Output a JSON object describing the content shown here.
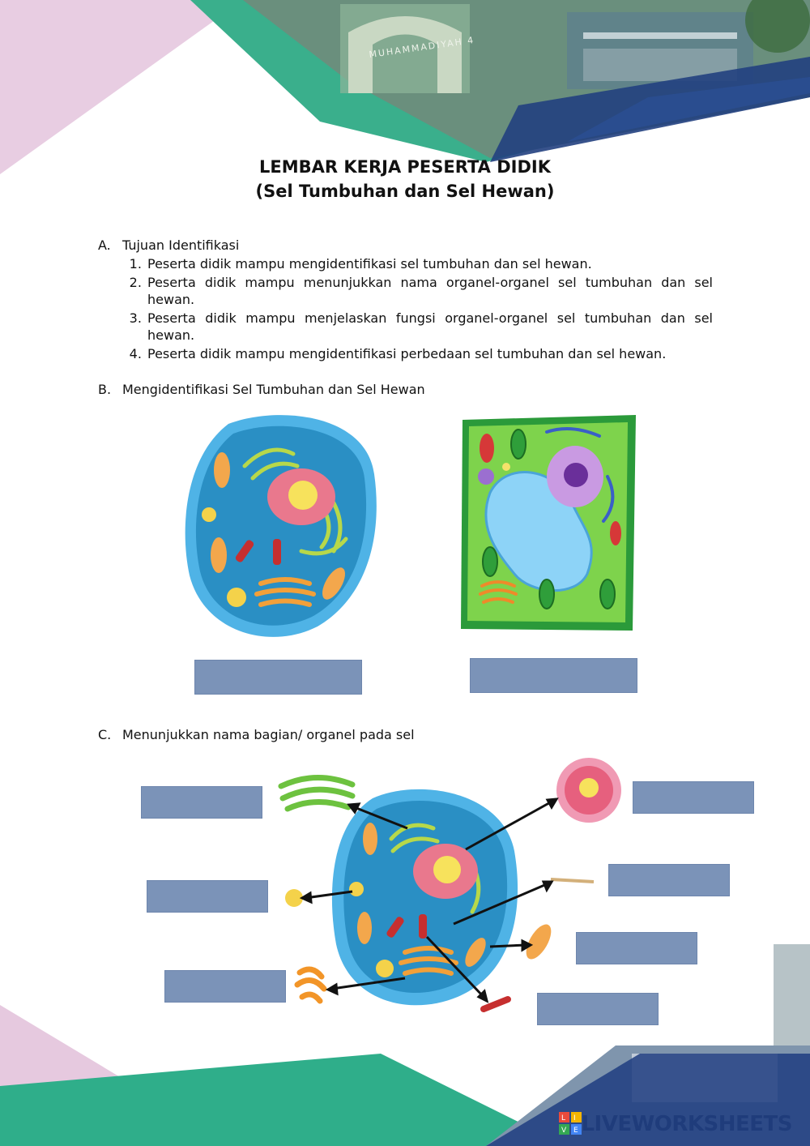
{
  "header": {
    "title_line1": "LEMBAR KERJA PESERTA DIDIK",
    "title_line2": "(Sel Tumbuhan dan Sel Hewan)"
  },
  "section_a": {
    "letter": "A.",
    "heading": "Tujuan Identifikasi",
    "items": [
      "Peserta didik mampu mengidentifikasi sel tumbuhan dan sel hewan.",
      "Peserta didik mampu menunjukkan nama organel-organel sel tumbuhan dan sel hewan.",
      "Peserta didik mampu menjelaskan fungsi organel-organel sel tumbuhan dan sel hewan.",
      "Peserta didik mampu mengidentifikasi perbedaan sel tumbuhan dan sel hewan."
    ]
  },
  "section_b": {
    "letter": "B.",
    "heading": "Mengidentifikasi Sel Tumbuhan dan Sel Hewan"
  },
  "section_c": {
    "letter": "C.",
    "heading": "Menunjukkan nama bagian/ organel pada sel"
  },
  "school_sign": "MUHAMMADIYAH 4",
  "watermark": "LIVEWORKSHEETS",
  "watermark_logo_letters": "LIVE",
  "colors": {
    "answer_box": "#7b93b8",
    "teal": "#2fae8a",
    "navy": "#1d3a7a",
    "pink": "#e6c9df"
  }
}
